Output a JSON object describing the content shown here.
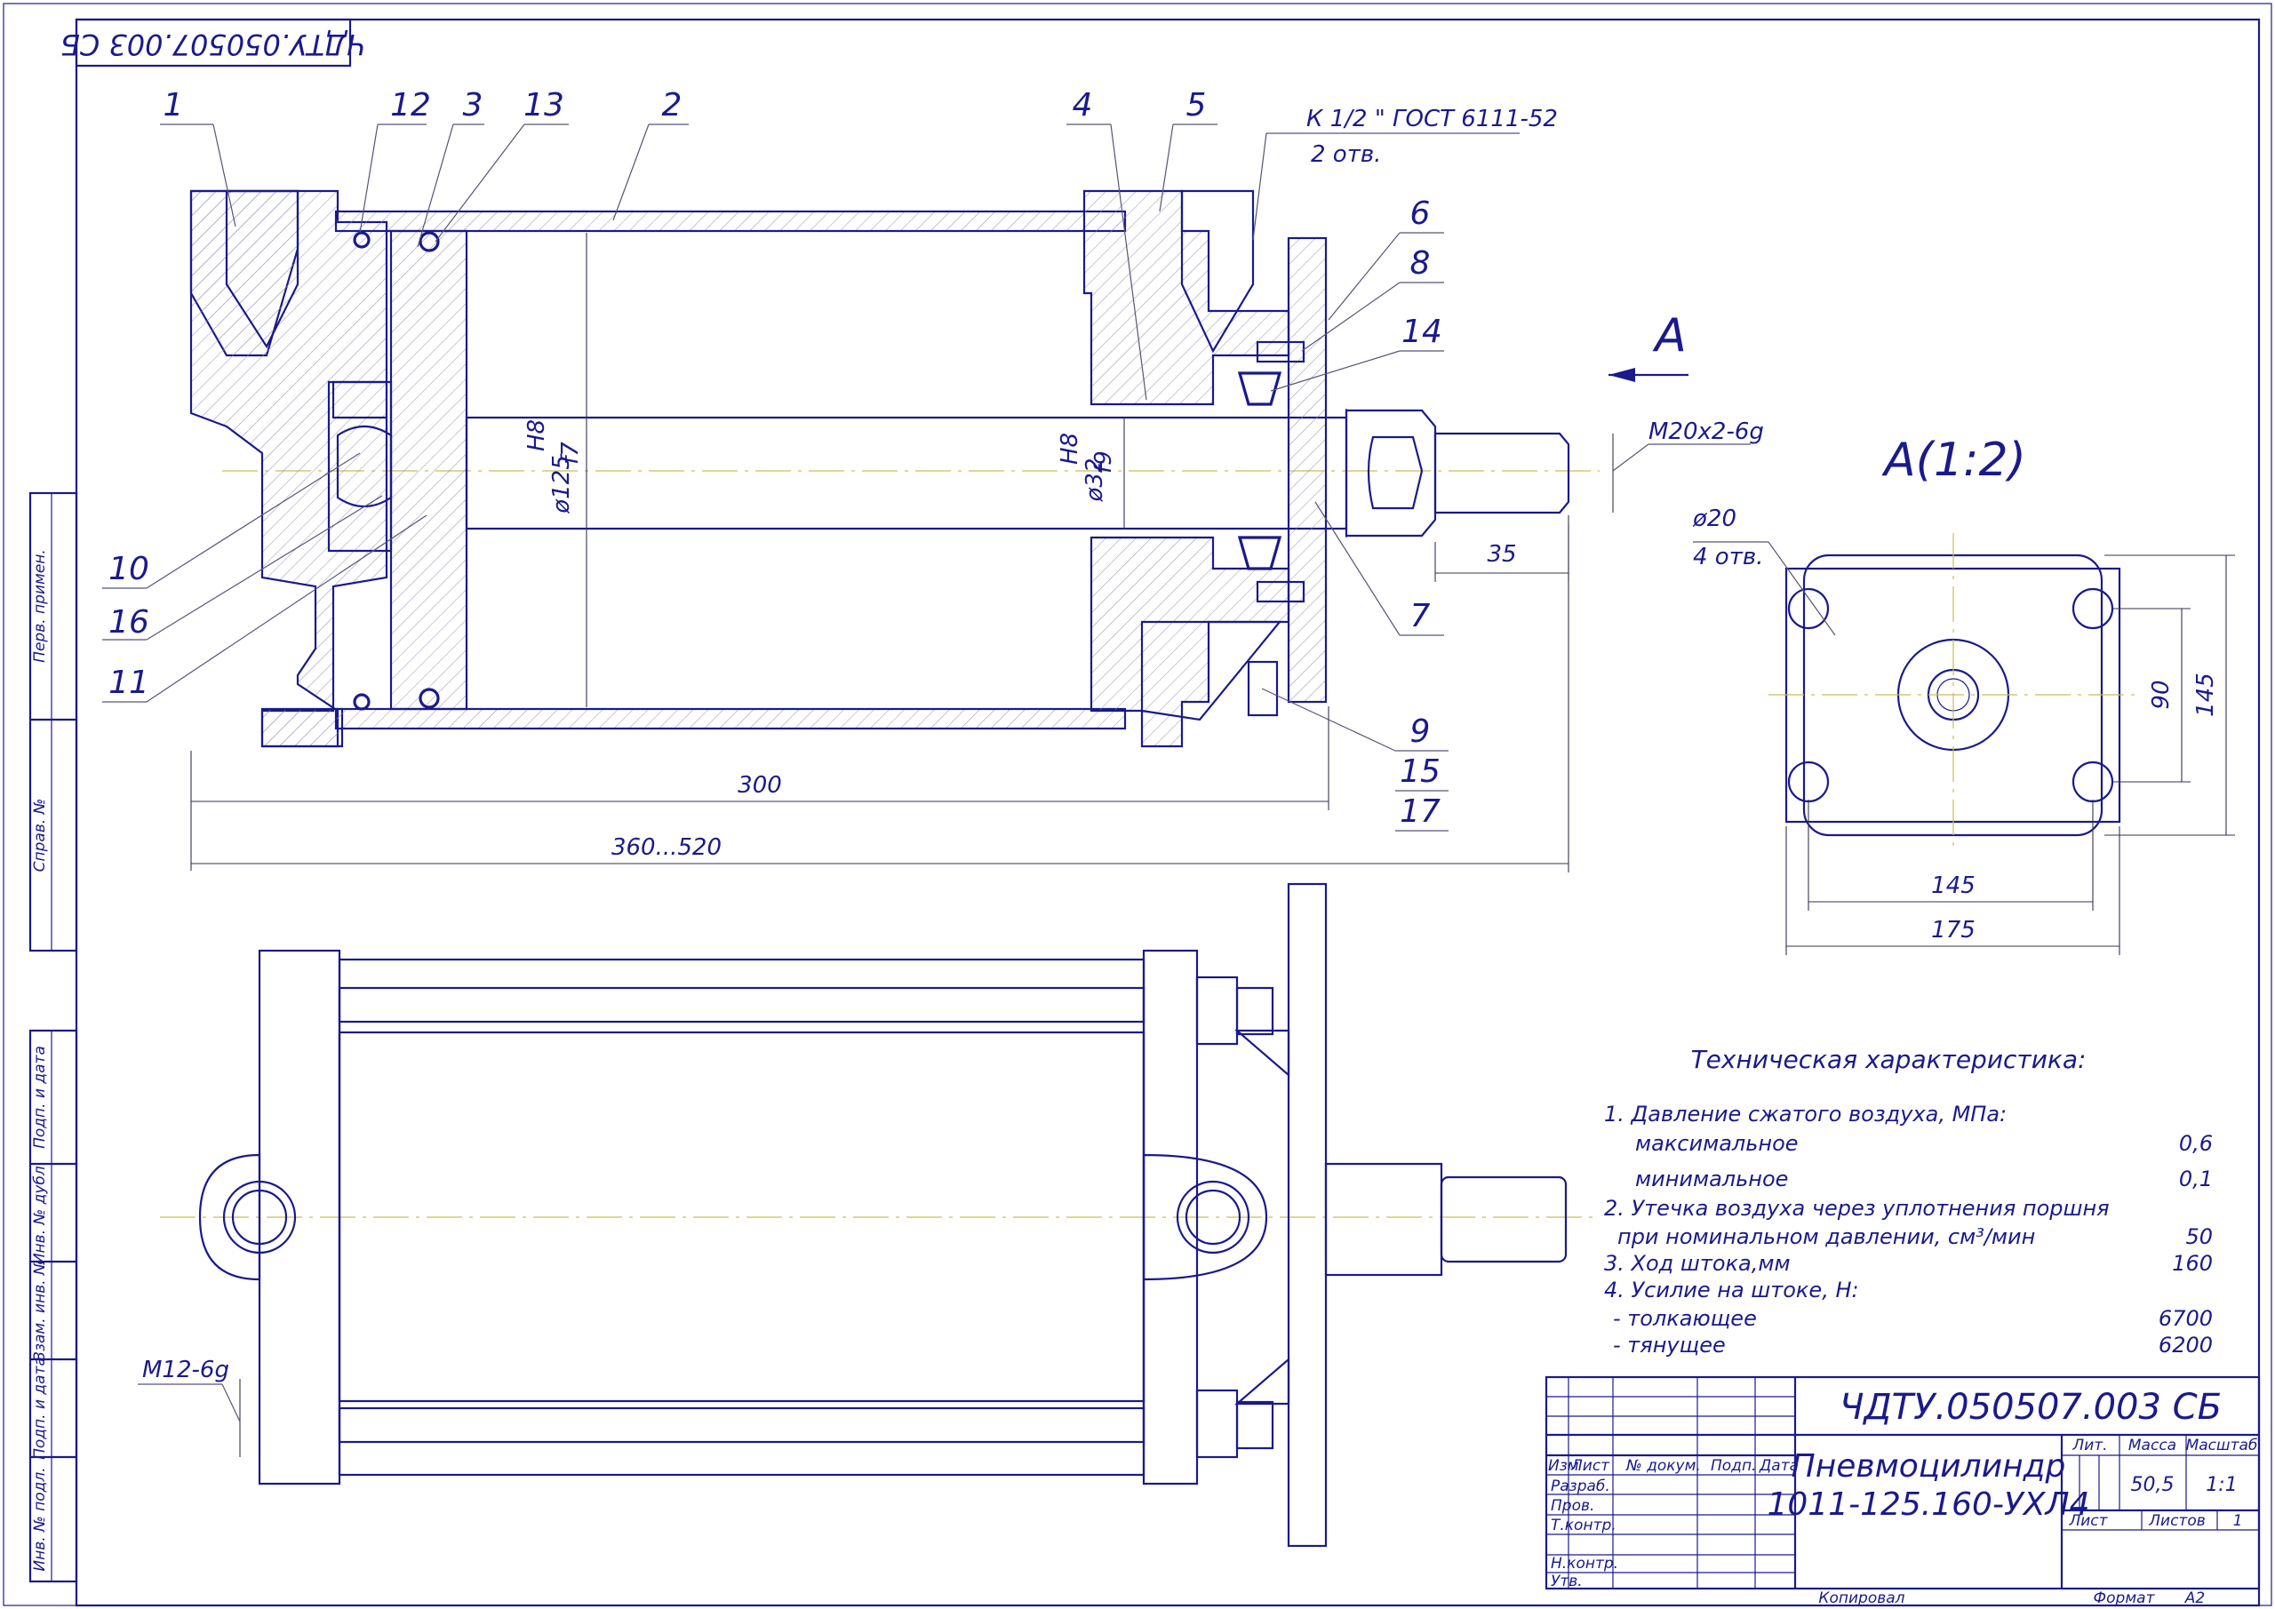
{
  "document": {
    "stamp_top": "ЧДТУ.050507.003 СБ",
    "view_label": "А",
    "view_label_scaled": "А(1:2)"
  },
  "section": {
    "positions": [
      "1",
      "12",
      "3",
      "13",
      "2",
      "4",
      "5",
      "6",
      "8",
      "14",
      "10",
      "16",
      "11",
      "7",
      "9",
      "15",
      "17"
    ],
    "port_note_1": "К 1/2 \" ГОСТ 6111-52",
    "port_note_2": "2 отв.",
    "bore_dim": "ø125",
    "bore_fit_top": "H8",
    "bore_fit_bottom": "f7",
    "rod_dim": "ø32",
    "rod_fit_top": "H8",
    "rod_fit_bottom": "f9",
    "thread": "M20x2-6g",
    "dim_35": "35",
    "dim_300": "300",
    "dim_360": "360...520"
  },
  "view_a": {
    "hole_dia": "ø20",
    "hole_count": "4 отв.",
    "dim_90": "90",
    "dim_145_v": "145",
    "dim_145_h": "145",
    "dim_175": "175"
  },
  "side_view": {
    "thread": "M12-6g"
  },
  "specs": {
    "title": "Техническая характеристика:",
    "lines": [
      {
        "label": "1. Давление сжатого воздуха, МПа:",
        "value": ""
      },
      {
        "label": "максимальное",
        "value": "0,6"
      },
      {
        "label": "минимальное",
        "value": "0,1"
      },
      {
        "label": "2. Утечка воздуха через уплотнения поршня",
        "value": ""
      },
      {
        "label": "при номинальном давлении, см³/мин",
        "value": "50"
      },
      {
        "label": "3. Ход штока,мм",
        "value": "160"
      },
      {
        "label": "4. Усилие на штоке, Н:",
        "value": ""
      },
      {
        "label": "- толкающее",
        "value": "6700"
      },
      {
        "label": "- тянущее",
        "value": "6200"
      }
    ]
  },
  "title_block": {
    "designation": "ЧДТУ.050507.003 СБ",
    "name_line1": "Пневмоцилиндр",
    "name_line2": "1011-125.160-УХЛ4",
    "col_izm": "Изм",
    "col_list": "Лист",
    "col_doc": "№ докум.",
    "col_sign": "Подп.",
    "col_date": "Дата",
    "row_razrab": "Разраб.",
    "row_prov": "Пров.",
    "row_tkontr": "Т.контр.",
    "row_nkontr": "Н.контр.",
    "row_utv": "Утв.",
    "lit_label": "Лит.",
    "mass_label": "Масса",
    "scale_label": "Масштаб",
    "mass_value": "50,5",
    "scale_value": "1:1",
    "sheet_label": "Лист",
    "sheets_label": "Листов",
    "sheets_value": "1",
    "copied": "Копировал",
    "format_label": "Формат",
    "format_value": "A2"
  },
  "side_strip": {
    "cells": [
      "Перв. примен.",
      "Справ. №",
      "Подп. и дата",
      "Инв. № дубл.",
      "Взам. инв. №",
      "Подп. и дата",
      "Инв. № подл."
    ]
  },
  "colors": {
    "line": "#1a1a8c",
    "axis": "#c8c050"
  }
}
